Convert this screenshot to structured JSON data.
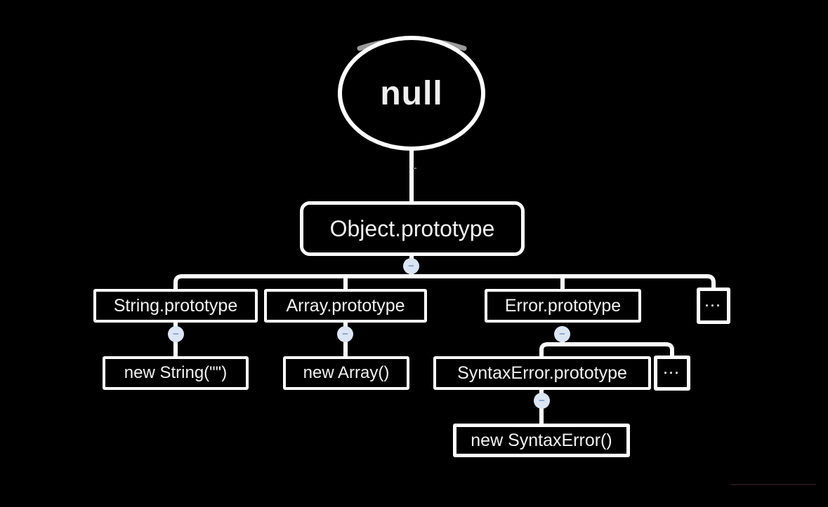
{
  "diagram": {
    "title_hint": "JavaScript prototype chain mind map",
    "root": {
      "label": "null"
    },
    "level1": [
      {
        "id": "object-prototype",
        "label": "Object.prototype"
      }
    ],
    "level2": [
      {
        "id": "string-prototype",
        "label": "String.prototype"
      },
      {
        "id": "array-prototype",
        "label": "Array.prototype"
      },
      {
        "id": "error-prototype",
        "label": "Error.prototype"
      },
      {
        "id": "more-prototypes",
        "label": "···"
      }
    ],
    "level3": [
      {
        "id": "new-string",
        "label": "new String(\"\")"
      },
      {
        "id": "new-array",
        "label": "new Array()"
      },
      {
        "id": "syntaxerror-prototype",
        "label": "SyntaxError.prototype"
      },
      {
        "id": "more-error-subtypes",
        "label": "···"
      }
    ],
    "level4": [
      {
        "id": "new-syntaxerror",
        "label": "new SyntaxError()"
      }
    ],
    "collapse_glyph": "−"
  },
  "colors": {
    "background": "#000000",
    "line": "#ffffff",
    "node_fill": "#000000",
    "text": "#f2f2f2",
    "collapse_fill": "#dbe5f3",
    "collapse_glyph": "#7e9dc4",
    "ellipse_highlight": "#9a9a9a"
  }
}
